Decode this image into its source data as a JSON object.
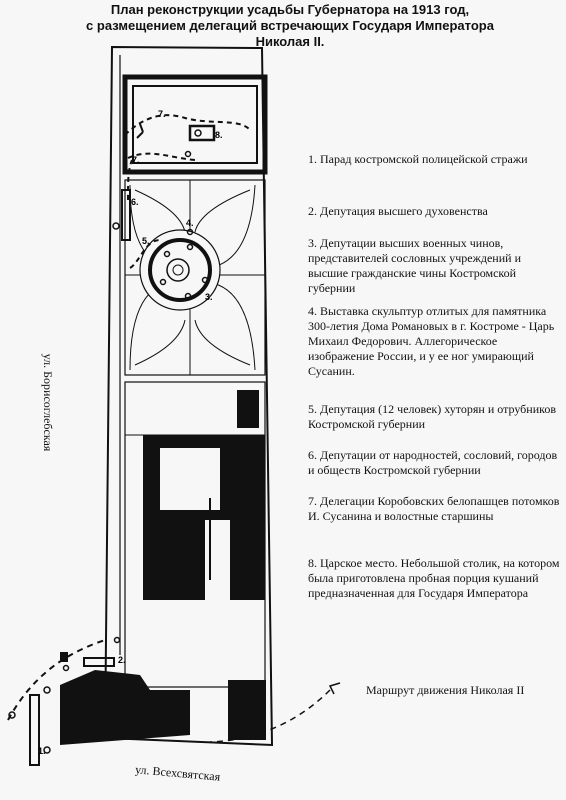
{
  "title": {
    "line1": "План реконструкции усадьбы Губернатора на 1913 год,",
    "line2": "с размещением делегаций встречающих Государя Императора",
    "line3": "Николая II."
  },
  "legend": [
    {
      "text": "1.  Парад костромской полицейской стражи"
    },
    {
      "text": "2.  Депутация высшего духовенства"
    },
    {
      "text": "3.  Депутации высших военных чинов, представителей сословных учреждений и высшие гражданские чины Костромской губернии"
    },
    {
      "text": "4.  Выставка скульптур отлитых для памятника 300-летия Дома Романовых в г. Костроме - Царь Михаил Федорович. Аллегорическое изображение России, и у ее ног умирающий Сусанин."
    },
    {
      "text": "5.  Депутация (12 человек) хуторян и отрубников Костромской губернии"
    },
    {
      "text": "6.  Депутации от народностей, сословий, городов и обществ Костромской губернии"
    },
    {
      "text": "7.  Делегации Коробовских белопашцев потомков И. Сусанина и волостные старшины"
    },
    {
      "text": "8.  Царское место. Небольшой столик, на котором была приготовлена пробная порция кушаний предназначенная для Государя Императора"
    }
  ],
  "streets": {
    "left": "ул. Борисоглебская",
    "bottom": "ул. Всехсвятская"
  },
  "route_label": "Маршрут движения Николая II",
  "map_numbers": [
    "1.",
    "2.",
    "3.",
    "4.",
    "5.",
    "6.",
    "7.",
    "7.",
    "8."
  ]
}
